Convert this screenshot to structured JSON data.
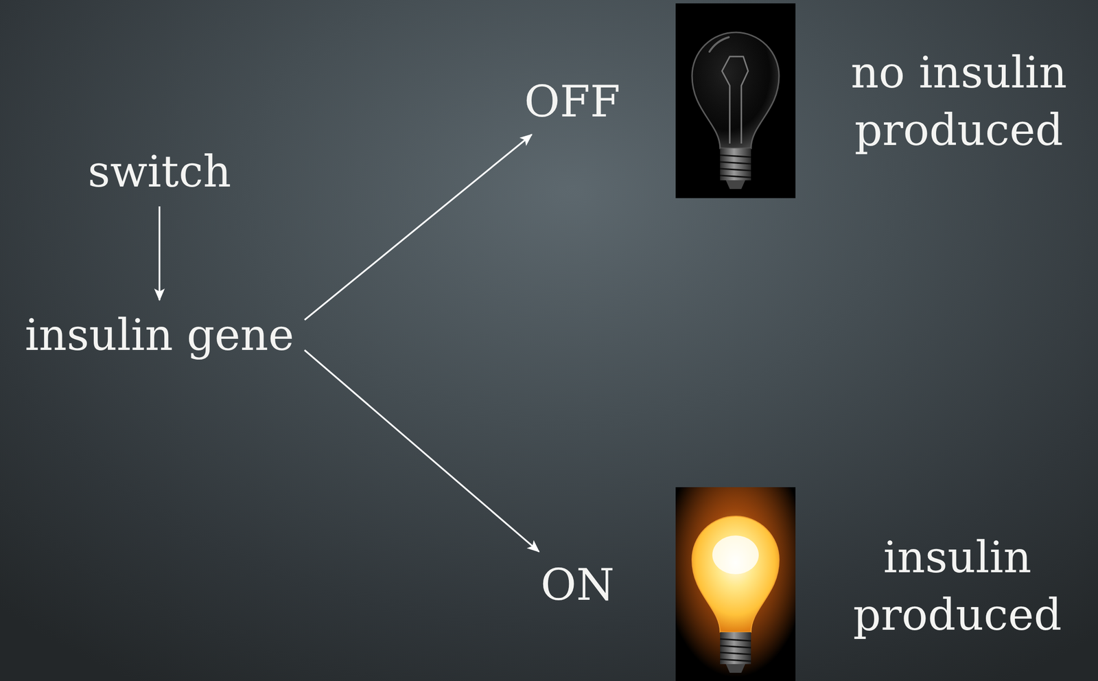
{
  "diagram": {
    "nodes": [
      {
        "text": [
          "switch"
        ]
      },
      {
        "text": [
          "insulin gene"
        ]
      },
      {
        "text": [
          "OFF"
        ]
      },
      {
        "text": [
          "ON"
        ]
      }
    ],
    "edges": [
      {
        "from": 0,
        "to": 1,
        "arrow": "to"
      },
      {
        "from": 1,
        "to": 2,
        "arrow": "to"
      },
      {
        "from": 1,
        "to": 3,
        "arrow": "to"
      }
    ],
    "labels": [
      "no insulin produced",
      "insulin produced"
    ]
  }
}
